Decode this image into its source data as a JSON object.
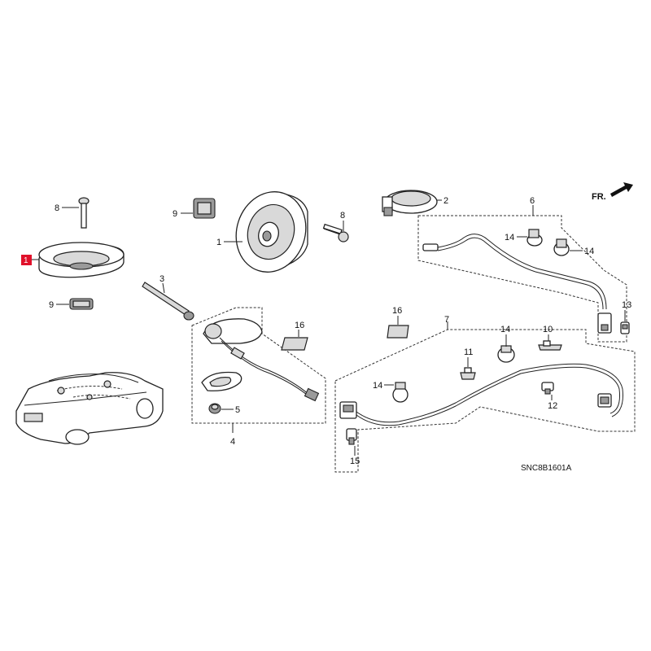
{
  "diagram": {
    "labels": {
      "l1a": "1",
      "l1b": "1",
      "l2": "2",
      "l3": "3",
      "l4": "4",
      "l5": "5",
      "l6": "6",
      "l7": "7",
      "l8a": "8",
      "l8b": "8",
      "l9a": "9",
      "l9b": "9",
      "l10": "10",
      "l11": "11",
      "l12": "12",
      "l13": "13",
      "l14a": "14",
      "l14b": "14",
      "l14c": "14",
      "l14d": "14",
      "l15": "15",
      "l16a": "16",
      "l16b": "16"
    },
    "front_indicator": "FR.",
    "diagram_code": "SNC8B1601A",
    "highlight_color": "#e0102a"
  }
}
